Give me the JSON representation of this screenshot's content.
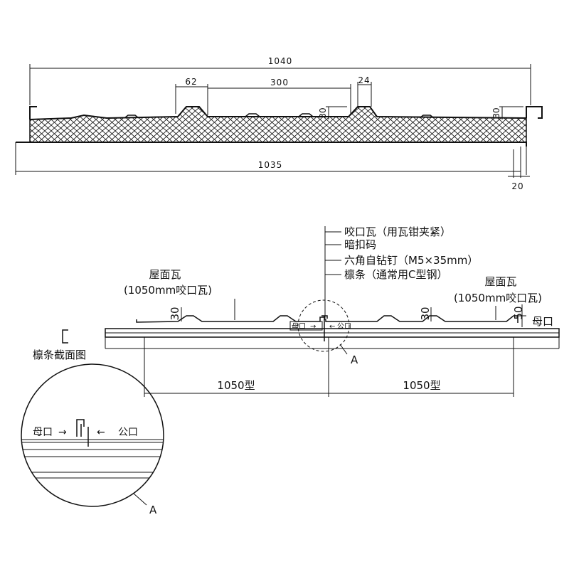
{
  "profile": {
    "dim_total_width": "1040",
    "dim_rib_width": "62",
    "dim_rib_pitch": "300",
    "dim_rib_top": "24",
    "dim_rib_height_left": "30",
    "dim_rib_height_right": "30",
    "dim_effective_width": "1035",
    "dim_edge": "20"
  },
  "assembly": {
    "callout_1": "咬口瓦（用瓦钳夹紧）",
    "callout_2": "暗扣码",
    "callout_3": "六角自钻钉（M5×35mm）",
    "callout_4": "檩条（通常用C型钢）",
    "left_tile_line1": "屋面瓦",
    "left_tile_line2": "(1050mm咬口瓦)",
    "right_tile_line1": "屋面瓦",
    "right_tile_line2": "(1050mm咬口瓦)",
    "dim_left_rib": "30",
    "dim_right_rib": "30",
    "dim_edge_height": "50",
    "female_edge_right": "母口",
    "female_small": "母口",
    "male_small": "公口",
    "detail_marker": "A",
    "purlin_symbol": "[",
    "purlin_caption": "檩条截面图",
    "span_left": "1050型",
    "span_right": "1050型"
  },
  "detail": {
    "female_label": "母口",
    "male_label": "公口",
    "detail_marker": "A"
  }
}
